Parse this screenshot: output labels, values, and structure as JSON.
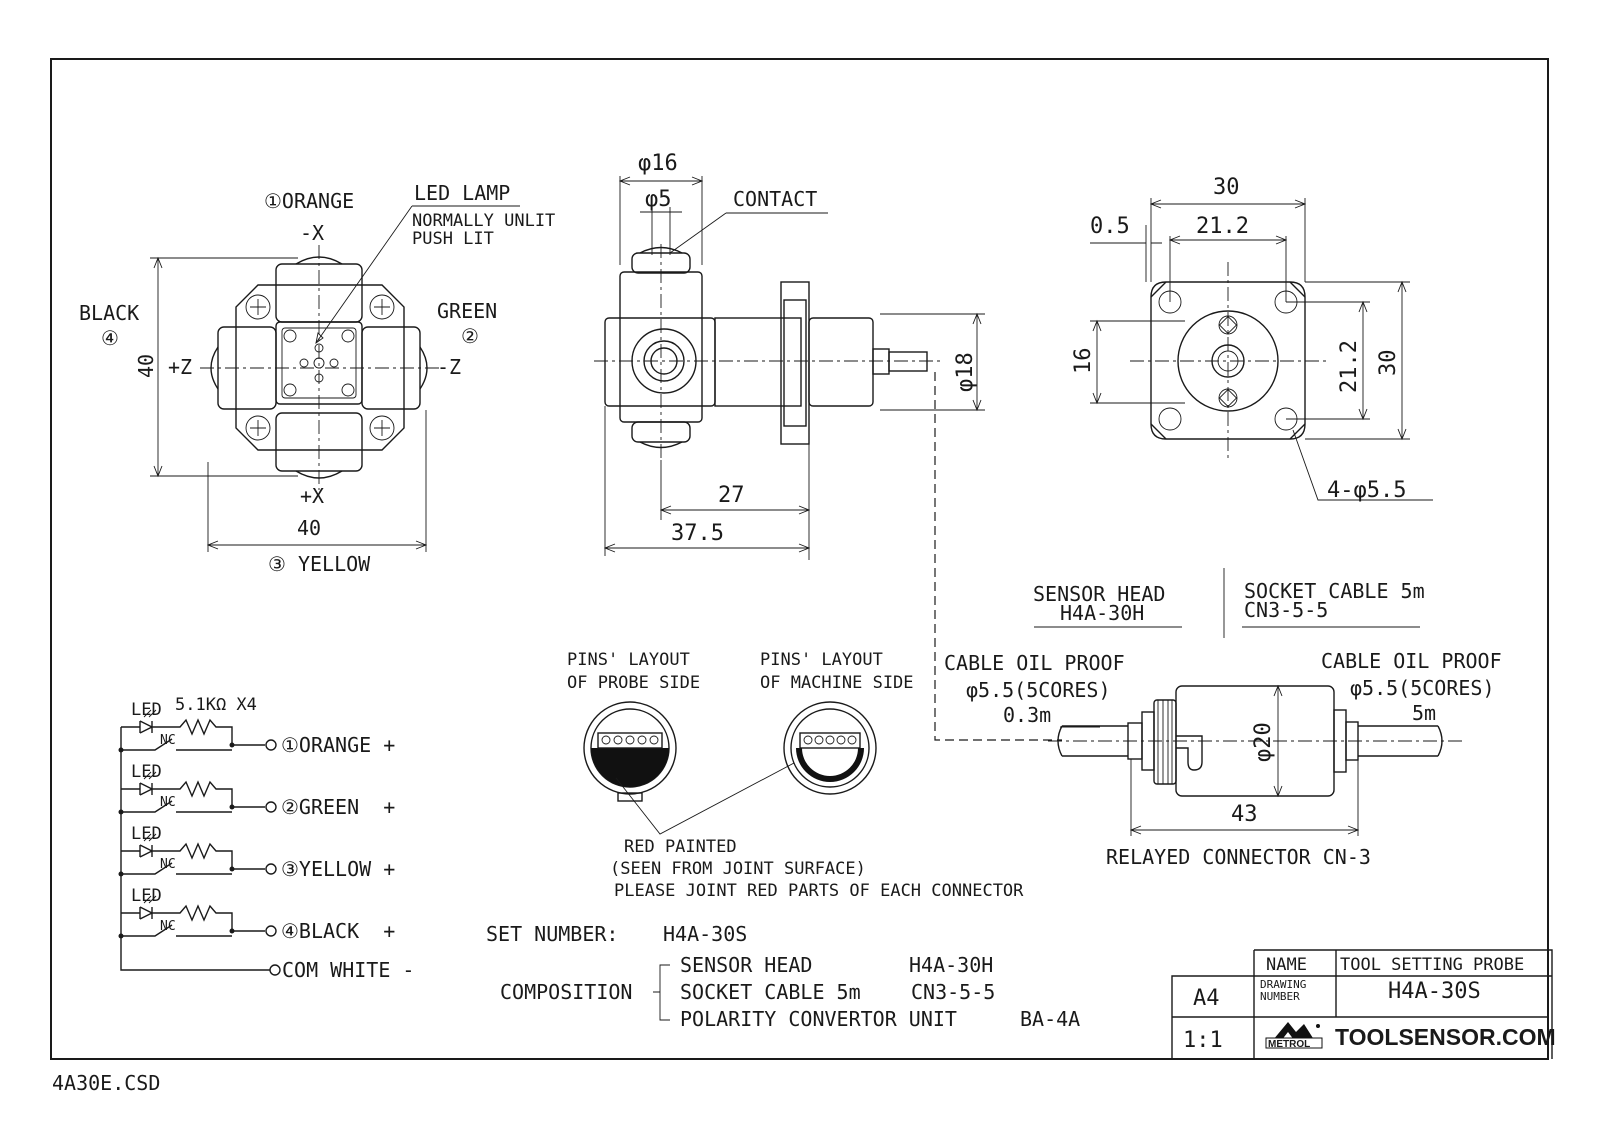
{
  "file_code": "4A30E.CSD",
  "top_view": {
    "orange": "①ORANGE",
    "minus_x": "-X",
    "plus_x": "+X",
    "black": "BLACK",
    "black_num": "④",
    "green": "GREEN",
    "green_num": "②",
    "plus_z": "+Z",
    "minus_z": "-Z",
    "dim_height": "40",
    "dim_width": "40",
    "yellow": "③ YELLOW",
    "led_lamp": "LED LAMP",
    "led_note_1": "NORMALLY UNLIT",
    "led_note_2": "PUSH LIT"
  },
  "side_view": {
    "dia16": "φ16",
    "dia5": "φ5",
    "contact": "CONTACT",
    "dia18": "φ18",
    "dim27": "27",
    "dim37_5": "37.5"
  },
  "rear_view": {
    "dim30_top": "30",
    "dim0_5": "0.5",
    "dim21_2_top": "21.2",
    "dim16": "16",
    "dim21_2_side": "21.2",
    "dim30_side": "30",
    "holes": "4-φ5.5"
  },
  "cable": {
    "sensor_head": "SENSOR HEAD",
    "sensor_head_model": "H4A-30H",
    "socket_cable": "SOCKET CABLE 5m",
    "socket_cable_model": "CN3-5-5",
    "oil_proof_left": "CABLE OIL PROOF",
    "spec_left": "φ5.5(5CORES)",
    "len_left": "0.3m",
    "oil_proof_right": "CABLE OIL PROOF",
    "spec_right": "φ5.5(5CORES)",
    "len_right": "5m",
    "dia20": "φ20",
    "dim43": "43",
    "relayed": "RELAYED CONNECTOR CN-3"
  },
  "pins": {
    "probe_1": "PINS' LAYOUT",
    "probe_2": "OF PROBE SIDE",
    "machine_1": "PINS' LAYOUT",
    "machine_2": "OF MACHINE SIDE",
    "red_painted": "RED PAINTED",
    "seen_from": "(SEEN FROM JOINT SURFACE)",
    "please": "PLEASE JOINT RED PARTS OF EACH CONNECTOR"
  },
  "circuit": {
    "led": "LED",
    "nc": "NC",
    "resistor": "5.1KΩ X4",
    "outputs": [
      "①ORANGE +",
      "②GREEN  +",
      "③YELLOW +",
      "④BLACK  +"
    ],
    "com": "COM WHITE -"
  },
  "set_number": {
    "label": "SET NUMBER:",
    "value": "H4A-30S",
    "composition": "COMPOSITION",
    "items": [
      {
        "name": "SENSOR HEAD",
        "model": "H4A-30H"
      },
      {
        "name": "SOCKET CABLE 5m",
        "model": "CN3-5-5"
      },
      {
        "name": "POLARITY CONVERTOR UNIT",
        "model": "BA-4A"
      }
    ]
  },
  "title_block": {
    "size": "A4",
    "scale": "1:1",
    "name_label": "NAME",
    "name_value": "TOOL SETTING PROBE",
    "drawing_label_1": "DRAWING",
    "drawing_label_2": "NUMBER",
    "drawing_value": "H4A-30S",
    "brand_logo": "METROL",
    "brand_site": "TOOLSENSOR.COM"
  }
}
